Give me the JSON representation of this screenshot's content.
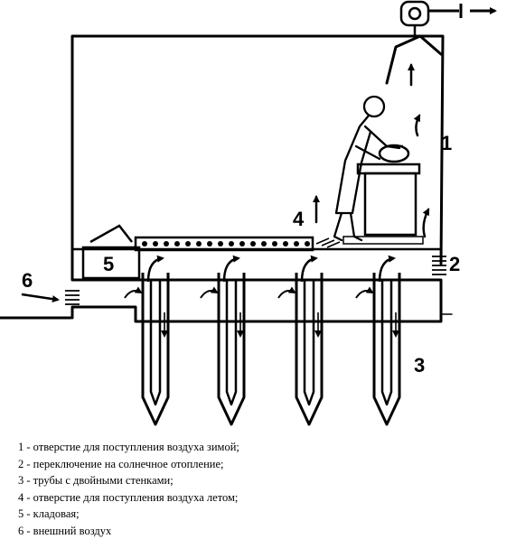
{
  "diagram": {
    "labels": {
      "n1": "1",
      "n2": "2",
      "n3": "3",
      "n4": "4",
      "n5": "5",
      "n6": "6"
    }
  },
  "legend": [
    "1 - отверстие для поступления воздуха зимой;",
    "2 - переключение на солнечное отопление;",
    "3 - трубы с двойными стенками;",
    "4 - отверстие для поступления воздуха летом;",
    "5 - кладовая;",
    "6 - внешний воздух"
  ]
}
